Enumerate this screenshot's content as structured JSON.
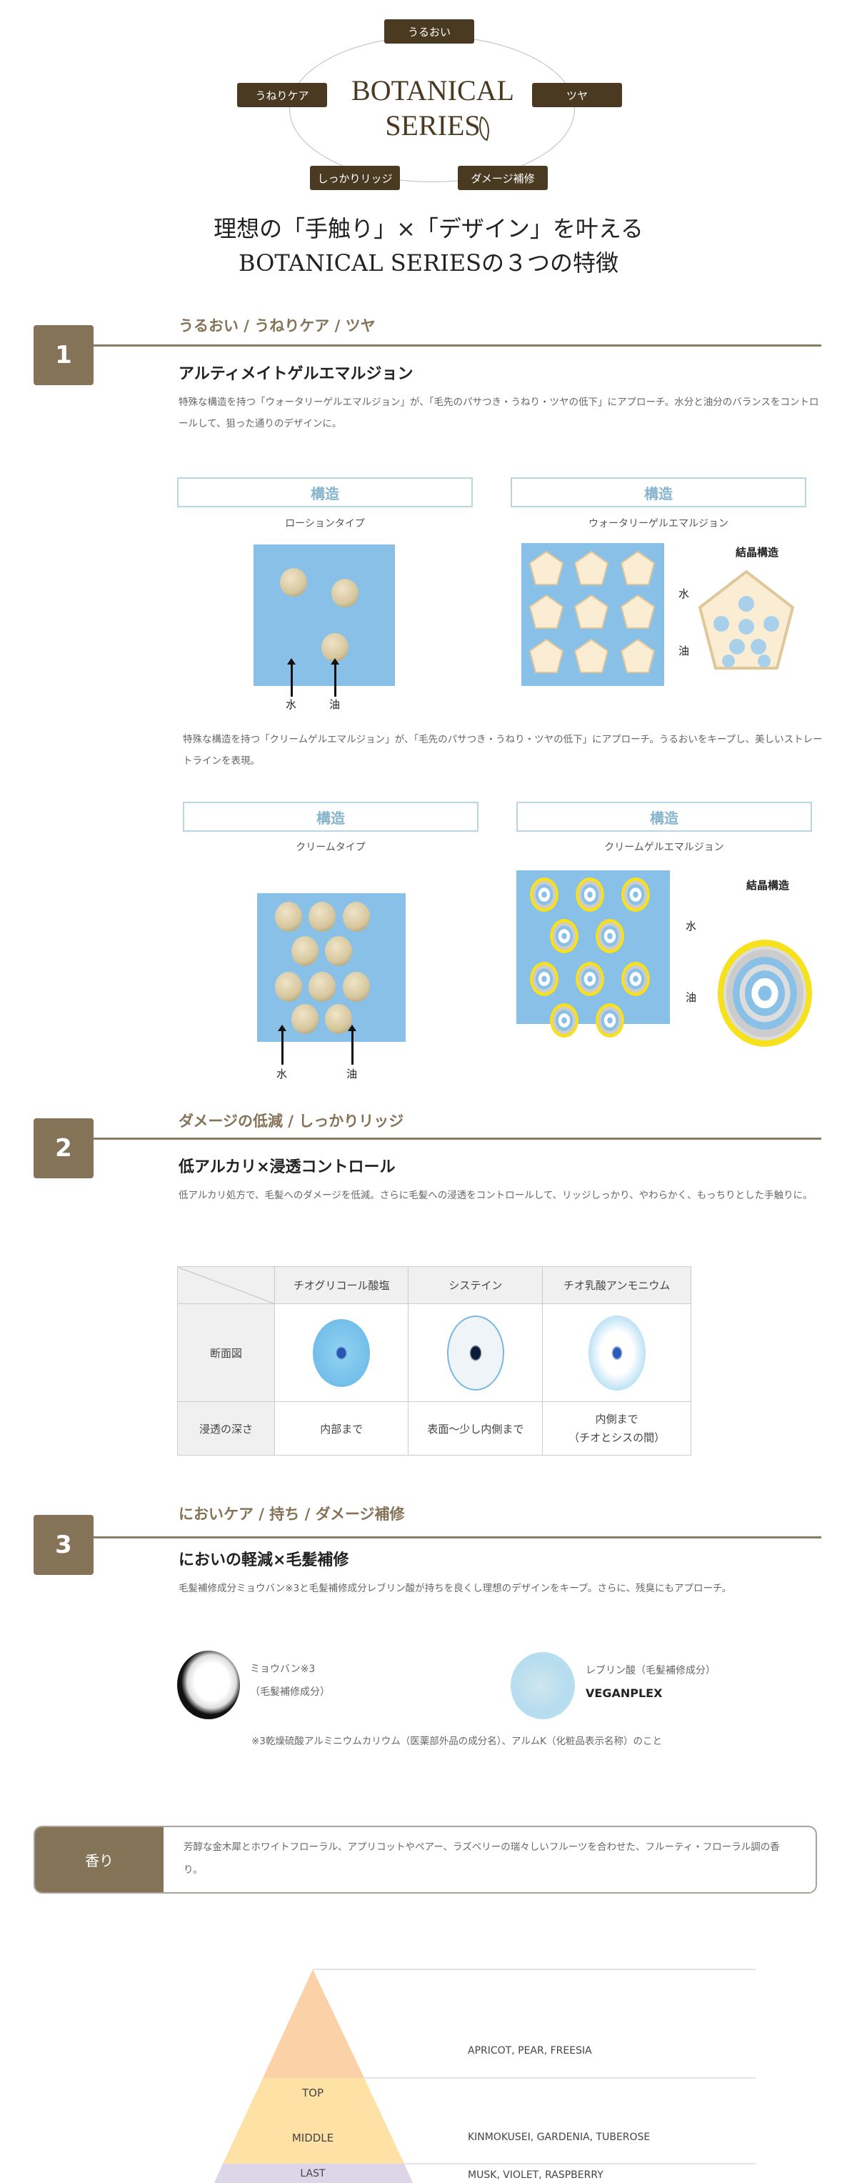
{
  "hero": {
    "tags": [
      "うるおい",
      "うねりケア",
      "ツヤ",
      "しっかりリッジ",
      "ダメージ補修"
    ],
    "logo_line1": "BOTANICAL",
    "logo_line2": "SERIES",
    "heading_line1": "理想の「手触り」×「デザイン」を叶える",
    "heading_line2": "BOTANICAL SERIESの３つの特徴"
  },
  "section1": {
    "number": "1",
    "header": "うるおい / うねりケア / ツヤ",
    "title": "アルティメイトゲルエマルジョン",
    "body1": "特殊な構造を持つ「ウォータリーゲルエマルジョン」が、「毛先のパサつき・うねり・ツヤの低下」にアプローチ。水分と油分のバランスをコントロールして、狙った通りのデザインに。",
    "box_label": "構造",
    "type_a": "ローションタイプ",
    "type_b": "ウォータリーゲルエマルジョン",
    "water": "水",
    "oil": "油",
    "crystal": "結晶構造",
    "body2": "特殊な構造を持つ「クリームゲルエマルジョン」が、「毛先のパサつき・うねり・ツヤの低下」にアプローチ。うるおいをキープし、美しいストレートラインを表現。",
    "type_c": "クリームタイプ",
    "type_d": "クリームゲルエマルジョン"
  },
  "section2": {
    "number": "2",
    "header": "ダメージの低減 / しっかりリッジ",
    "title": "低アルカリ×浸透コントロール",
    "body": "低アルカリ処方で、毛髪へのダメージを低減。さらに毛髪への浸透をコントロールして、リッジしっかり、やわらかく、もっちりとした手触りに。",
    "table": {
      "columns": [
        "チオグリコール酸塩",
        "システイン",
        "チオ乳酸アンモニウム"
      ],
      "row1_label": "断面図",
      "row2_label": "浸透の深さ",
      "depths": [
        "内部まで",
        "表面〜少し内側まで",
        "内側まで\n（チオとシスの間）"
      ]
    }
  },
  "section3": {
    "number": "3",
    "header": "においケア / 持ち / ダメージ補修",
    "title": "においの軽減×毛髪補修",
    "body": "毛髪補修成分ミョウバン※3と毛髪補修成分レブリン酸が持ちを良くし理想のデザインをキープ。さらに、残臭にもアプローチ。",
    "ingredient1_name": "ミョウバン※3",
    "ingredient1_sub": "（毛髪補修成分）",
    "ingredient2_name": "レブリン酸（毛髪補修成分）",
    "ingredient2_brand": "VEGANPLEX",
    "footnote": "※3乾燥硫酸アルミニウムカリウム（医薬部外品の成分名）、アルムK（化粧品表示名称）のこと"
  },
  "fragrance": {
    "label": "香り",
    "text": "芳醇な金木犀とホワイトフローラル、アプリコットやペアー、ラズベリーの瑞々しいフルーツを合わせた、フルーティ・フローラル調の香り。"
  },
  "notes": [
    {
      "tier": "TOP",
      "notes": "APRICOT, PEAR, FREESIA",
      "color": "#fbd1a8"
    },
    {
      "tier": "MIDDLE",
      "notes": "KINMOKUSEI, GARDENIA, TUBEROSE",
      "color": "#fee2a5"
    },
    {
      "tier": "LAST",
      "notes": "MUSK, VIOLET, RASPBERRY",
      "color": "#ddd5e8"
    }
  ],
  "colors": {
    "brand": "#857358",
    "dark": "#4a3a22",
    "water": "#88c0e8"
  }
}
